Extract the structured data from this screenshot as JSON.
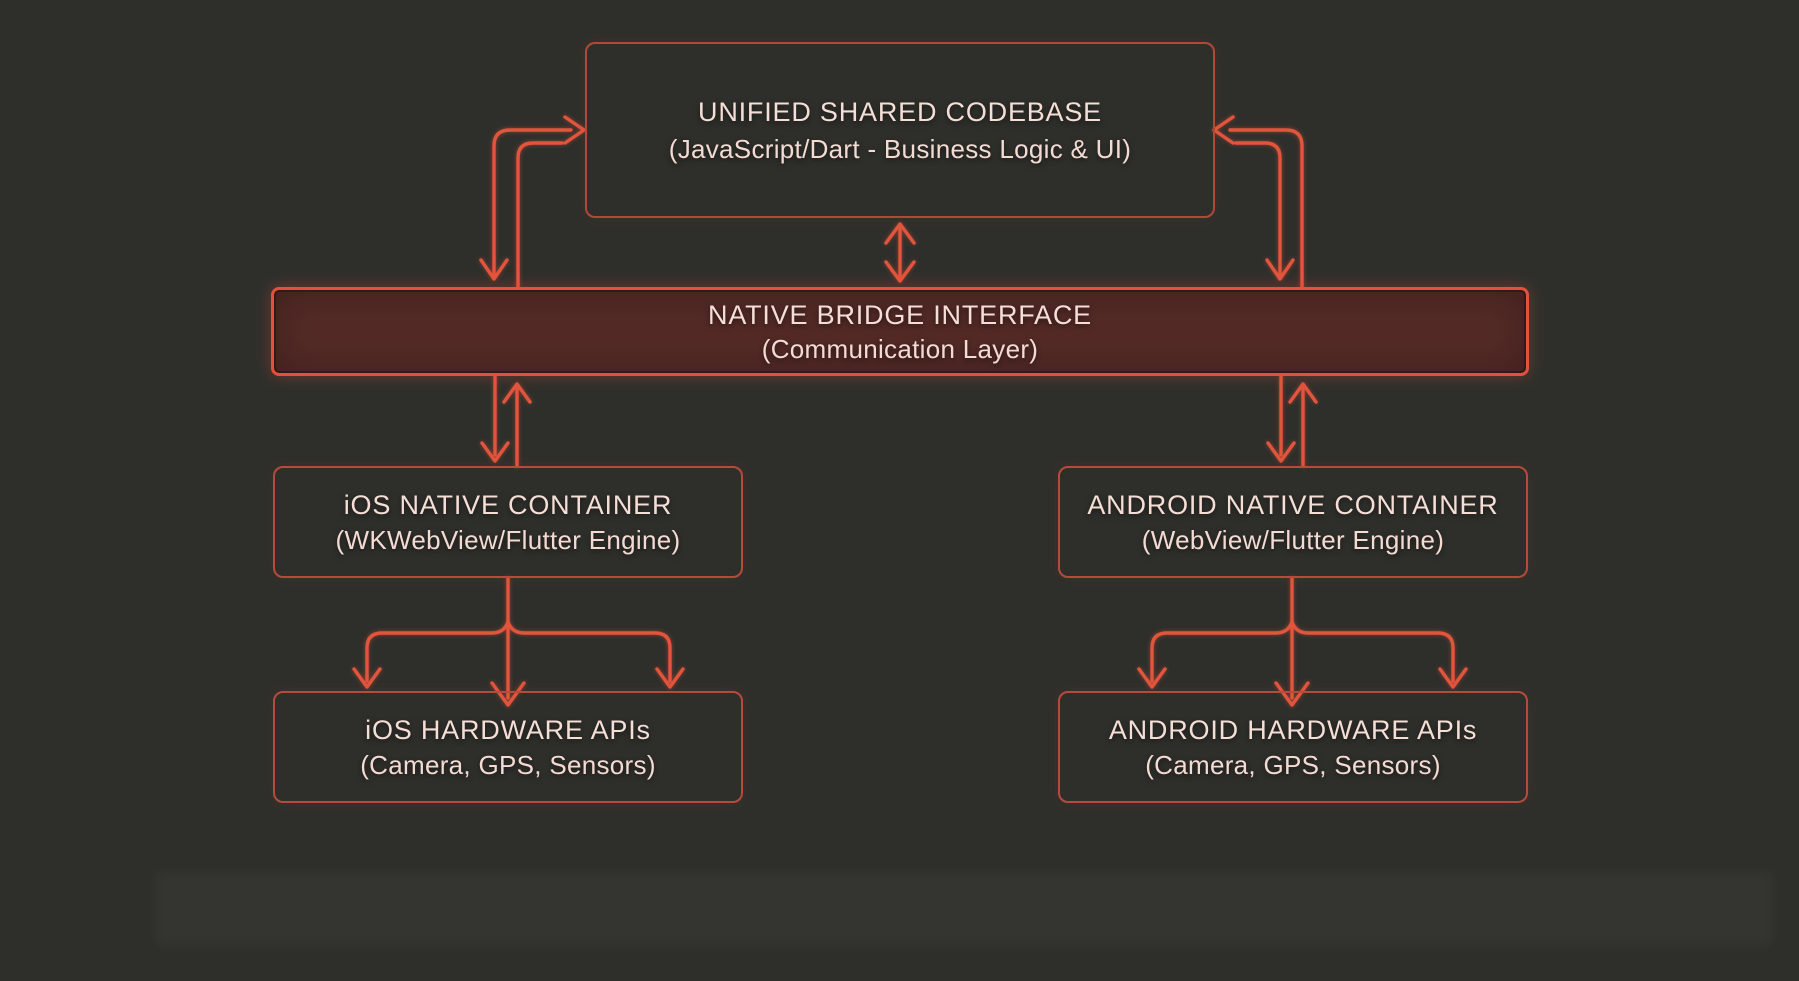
{
  "diagram": {
    "title_box": {
      "line1": "UNIFIED SHARED CODEBASE",
      "line2": "(JavaScript/Dart - Business Logic & UI)"
    },
    "bridge_box": {
      "line1": "NATIVE BRIDGE INTERFACE",
      "line2": "(Communication Layer)"
    },
    "ios_container_box": {
      "line1": "iOS NATIVE CONTAINER",
      "line2": "(WKWebView/Flutter Engine)"
    },
    "android_container_box": {
      "line1": "ANDROID NATIVE CONTAINER",
      "line2": "(WebView/Flutter Engine)"
    },
    "ios_hardware_box": {
      "line1": "iOS HARDWARE APIs",
      "line2": "(Camera, GPS, Sensors)"
    },
    "android_hardware_box": {
      "line1": "ANDROID HARDWARE APIs",
      "line2": "(Camera, GPS, Sensors)"
    },
    "edges": [
      {
        "from": "unified-shared-codebase",
        "to": "native-bridge-interface",
        "direction": "bidirectional",
        "position": "left-loop"
      },
      {
        "from": "unified-shared-codebase",
        "to": "native-bridge-interface",
        "direction": "bidirectional",
        "position": "center"
      },
      {
        "from": "unified-shared-codebase",
        "to": "native-bridge-interface",
        "direction": "bidirectional",
        "position": "right-loop"
      },
      {
        "from": "native-bridge-interface",
        "to": "ios-native-container",
        "direction": "bidirectional"
      },
      {
        "from": "native-bridge-interface",
        "to": "android-native-container",
        "direction": "bidirectional"
      },
      {
        "from": "ios-native-container",
        "to": "ios-hardware-apis",
        "direction": "down",
        "branches": 3
      },
      {
        "from": "android-native-container",
        "to": "android-hardware-apis",
        "direction": "down",
        "branches": 3
      }
    ],
    "colors": {
      "background": "#2e2f2b",
      "arrow": "#e2553d",
      "box_border": "#b54b3a",
      "bridge_fill": "#532a26",
      "bridge_border": "#e2513b",
      "text": "#f5ded6"
    }
  }
}
